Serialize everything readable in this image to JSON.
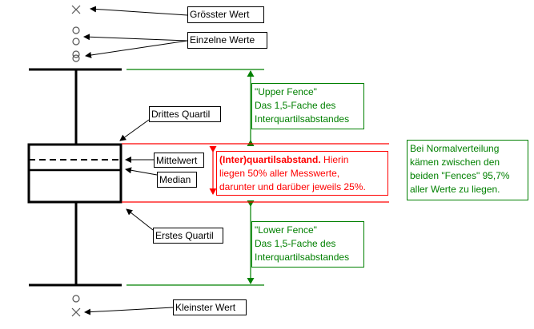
{
  "colors": {
    "box": "#000000",
    "fence": "#008000",
    "iqr": "#ff0000",
    "outlier": "#555555"
  },
  "labels": {
    "max_value": "Grösster Wert",
    "outliers": "Einzelne Werte",
    "third_quartile": "Drittes Quartil",
    "mean": "Mittelwert",
    "median": "Median",
    "first_quartile": "Erstes Quartil",
    "min_value": "Kleinster Wert"
  },
  "upper_fence": {
    "lines": [
      "\"Upper Fence\"",
      "Das 1,5-Fache des",
      "Interquartilsabstandes"
    ]
  },
  "lower_fence": {
    "lines": [
      "\"Lower Fence\"",
      "Das 1,5-Fache des",
      "Interquartilsabstandes"
    ]
  },
  "iqr": {
    "bold": "(Inter)quartilsabstand.",
    "line1_rest": " Hierin",
    "line2": "liegen 50% aller Messwerte,",
    "line3": "darunter und darüber jeweils 25%."
  },
  "normal_note": {
    "lines": [
      "Bei Normalverteilung",
      "kämen zwischen den",
      "beiden \"Fences\" 95,7%",
      "aller Werte zu liegen."
    ]
  },
  "markers": {
    "max": "×",
    "min": "×",
    "outlier": "○"
  }
}
